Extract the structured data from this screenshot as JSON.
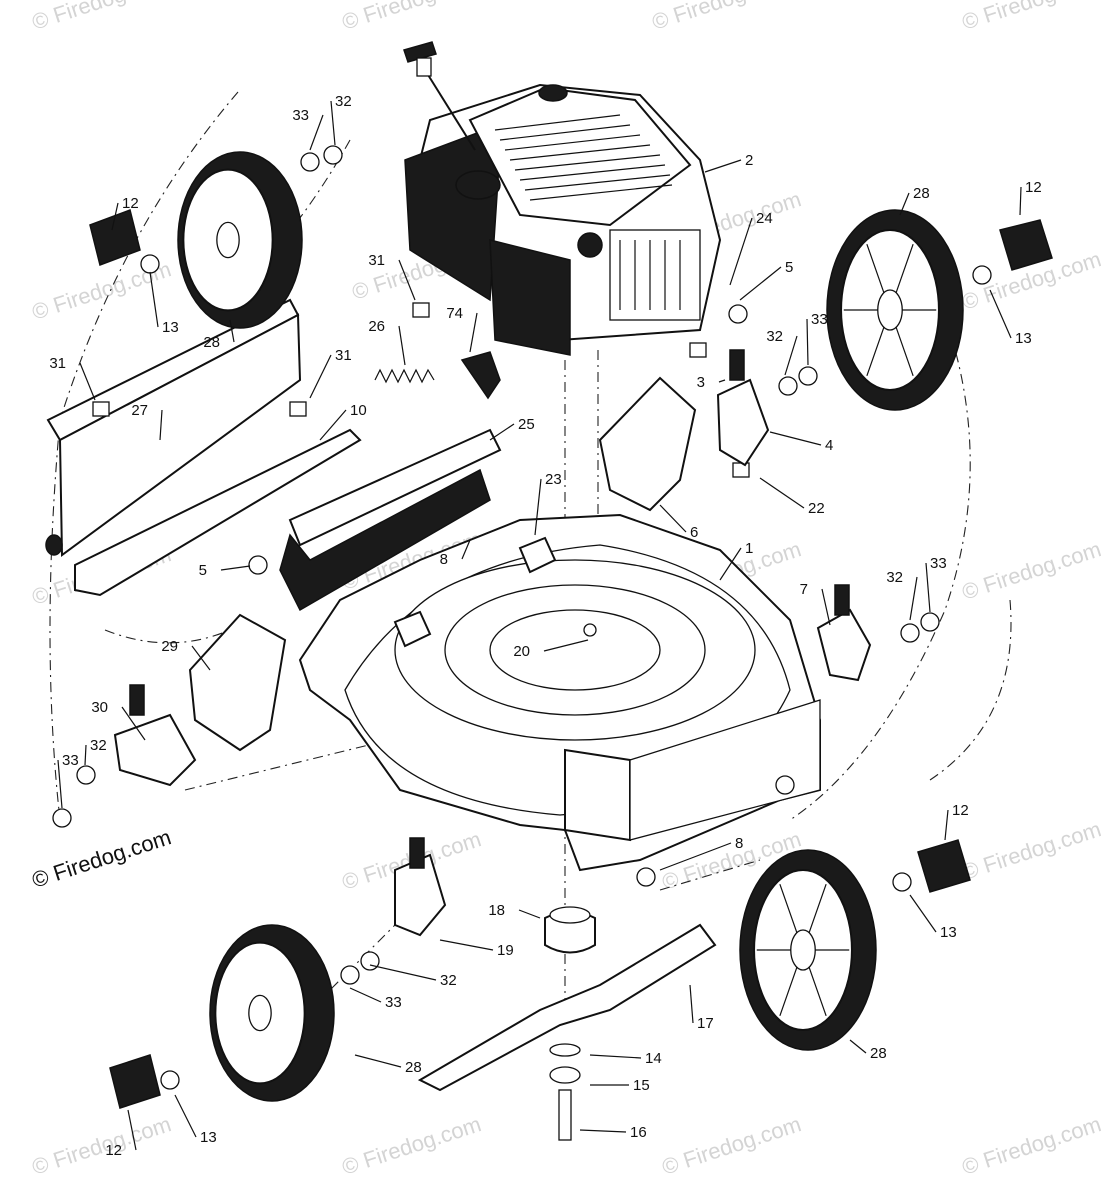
{
  "watermark": "© Firedog.com",
  "copyright": "© Firedog.com",
  "parts": [
    {
      "id": "p1",
      "label": "1"
    },
    {
      "id": "p2",
      "label": "2"
    },
    {
      "id": "p3",
      "label": "3"
    },
    {
      "id": "p4",
      "label": "4"
    },
    {
      "id": "p5a",
      "label": "5"
    },
    {
      "id": "p5b",
      "label": "5"
    },
    {
      "id": "p6",
      "label": "6"
    },
    {
      "id": "p7",
      "label": "7"
    },
    {
      "id": "p8a",
      "label": "8"
    },
    {
      "id": "p8b",
      "label": "8"
    },
    {
      "id": "p10",
      "label": "10"
    },
    {
      "id": "p12a",
      "label": "12"
    },
    {
      "id": "p12b",
      "label": "12"
    },
    {
      "id": "p12c",
      "label": "12"
    },
    {
      "id": "p12d",
      "label": "12"
    },
    {
      "id": "p13a",
      "label": "13"
    },
    {
      "id": "p13b",
      "label": "13"
    },
    {
      "id": "p13c",
      "label": "13"
    },
    {
      "id": "p13d",
      "label": "13"
    },
    {
      "id": "p14",
      "label": "14"
    },
    {
      "id": "p15",
      "label": "15"
    },
    {
      "id": "p16",
      "label": "16"
    },
    {
      "id": "p17",
      "label": "17"
    },
    {
      "id": "p18",
      "label": "18"
    },
    {
      "id": "p19",
      "label": "19"
    },
    {
      "id": "p20",
      "label": "20"
    },
    {
      "id": "p22",
      "label": "22"
    },
    {
      "id": "p23",
      "label": "23"
    },
    {
      "id": "p24",
      "label": "24"
    },
    {
      "id": "p25",
      "label": "25"
    },
    {
      "id": "p26",
      "label": "26"
    },
    {
      "id": "p27",
      "label": "27"
    },
    {
      "id": "p28a",
      "label": "28"
    },
    {
      "id": "p28b",
      "label": "28"
    },
    {
      "id": "p28c",
      "label": "28"
    },
    {
      "id": "p28d",
      "label": "28"
    },
    {
      "id": "p29",
      "label": "29"
    },
    {
      "id": "p30",
      "label": "30"
    },
    {
      "id": "p31a",
      "label": "31"
    },
    {
      "id": "p31b",
      "label": "31"
    },
    {
      "id": "p31c",
      "label": "31"
    },
    {
      "id": "p32a",
      "label": "32"
    },
    {
      "id": "p32b",
      "label": "32"
    },
    {
      "id": "p32c",
      "label": "32"
    },
    {
      "id": "p32d",
      "label": "32"
    },
    {
      "id": "p32e",
      "label": "32"
    },
    {
      "id": "p33a",
      "label": "33"
    },
    {
      "id": "p33b",
      "label": "33"
    },
    {
      "id": "p33c",
      "label": "33"
    },
    {
      "id": "p33d",
      "label": "33"
    },
    {
      "id": "p33e",
      "label": "33"
    },
    {
      "id": "p74",
      "label": "74"
    }
  ]
}
